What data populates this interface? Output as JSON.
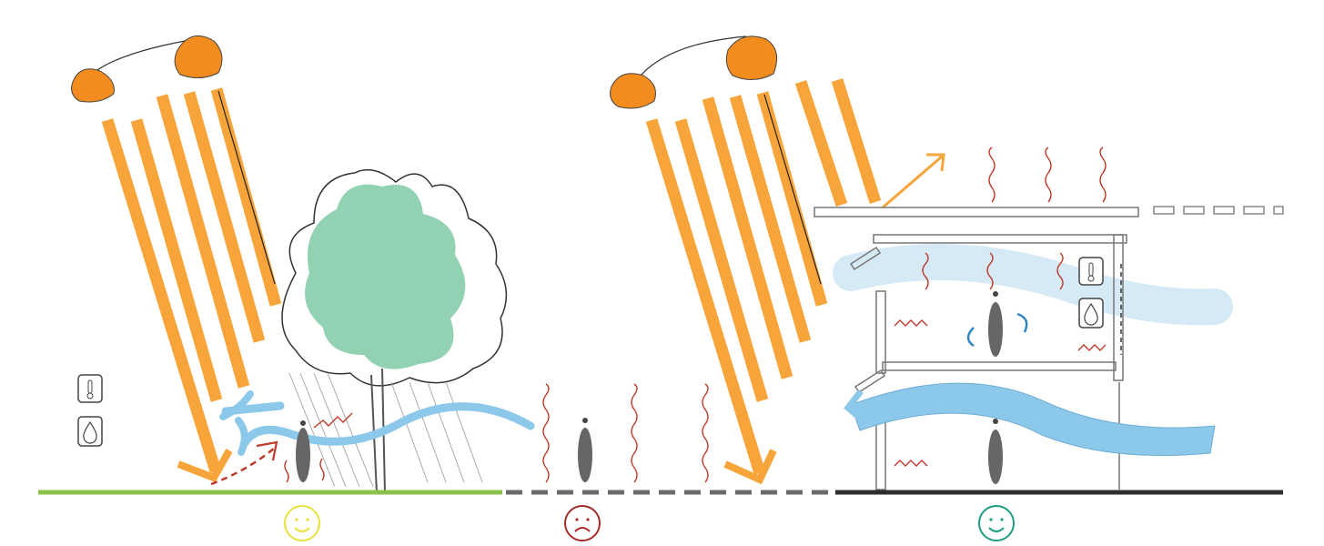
{
  "diagram": {
    "panels": [
      {
        "id": "tree-shade",
        "mood": "happy",
        "ground": "vegetation"
      },
      {
        "id": "open-pavement",
        "mood": "sad",
        "ground": "paved"
      },
      {
        "id": "building-shade",
        "mood": "happy",
        "ground": "hard-surface"
      }
    ],
    "icons": [
      "sun-icon",
      "thermometer-icon",
      "humidity-drop-icon",
      "smiley-face-icon",
      "sad-face-icon",
      "person-icon"
    ],
    "colors": {
      "sun_rays": "#F7A53A",
      "sun": "#F28C1E",
      "tree_canopy": "#93D1B3",
      "wind": "#8CC8EA",
      "heat_waves": "#C0392B",
      "grass": "#8BC34A",
      "pavement": "#6B6B6B",
      "building_ground": "#2E2E2E",
      "mood_happy_yellow": "#E8E23A",
      "mood_sad_red": "#A52A2A",
      "mood_happy_teal": "#1E9C82",
      "person": "#666666"
    }
  }
}
